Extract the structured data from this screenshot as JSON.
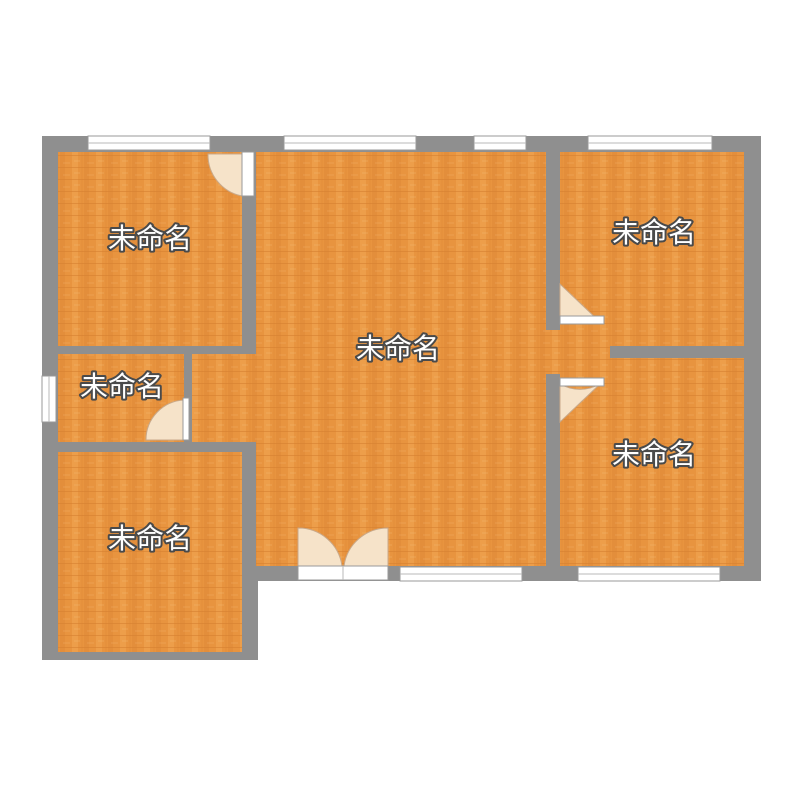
{
  "colors": {
    "wall": "#8f8f8f",
    "floor_base": "#e8943f",
    "floor_light": "#f2ab5c",
    "floor_dark": "#d98232",
    "door_swing": "#f6e3c9",
    "window": "#ffffff"
  },
  "rooms": [
    {
      "id": "room-top-left",
      "label": "未命名"
    },
    {
      "id": "room-small-left",
      "label": "未命名"
    },
    {
      "id": "room-bottom-left",
      "label": "未命名"
    },
    {
      "id": "room-main",
      "label": "未命名"
    },
    {
      "id": "room-top-right",
      "label": "未命名"
    },
    {
      "id": "room-bottom-right",
      "label": "未命名"
    }
  ]
}
